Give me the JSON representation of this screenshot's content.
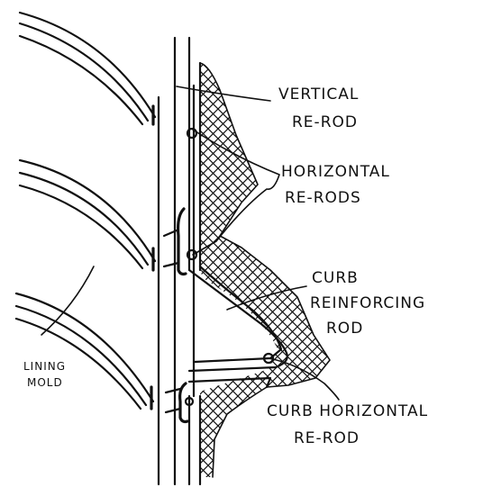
{
  "diagram": {
    "labels": {
      "vertical_rerod_line1": "VERTICAL",
      "vertical_rerod_line2": "RE-ROD",
      "horizontal_rerods_line1": "HORIZONTAL",
      "horizontal_rerods_line2": "RE-RODS",
      "curb_reinforcing_line1": "CURB",
      "curb_reinforcing_line2": "REINFORCING",
      "curb_reinforcing_line3": "ROD",
      "curb_horizontal_line1": "CURB HORIZONTAL",
      "curb_horizontal_line2": "RE-ROD",
      "lining_mold_line1": "LINING",
      "lining_mold_line2": "MOLD"
    },
    "colors": {
      "ink": "#111111",
      "paper": "#ffffff"
    }
  }
}
